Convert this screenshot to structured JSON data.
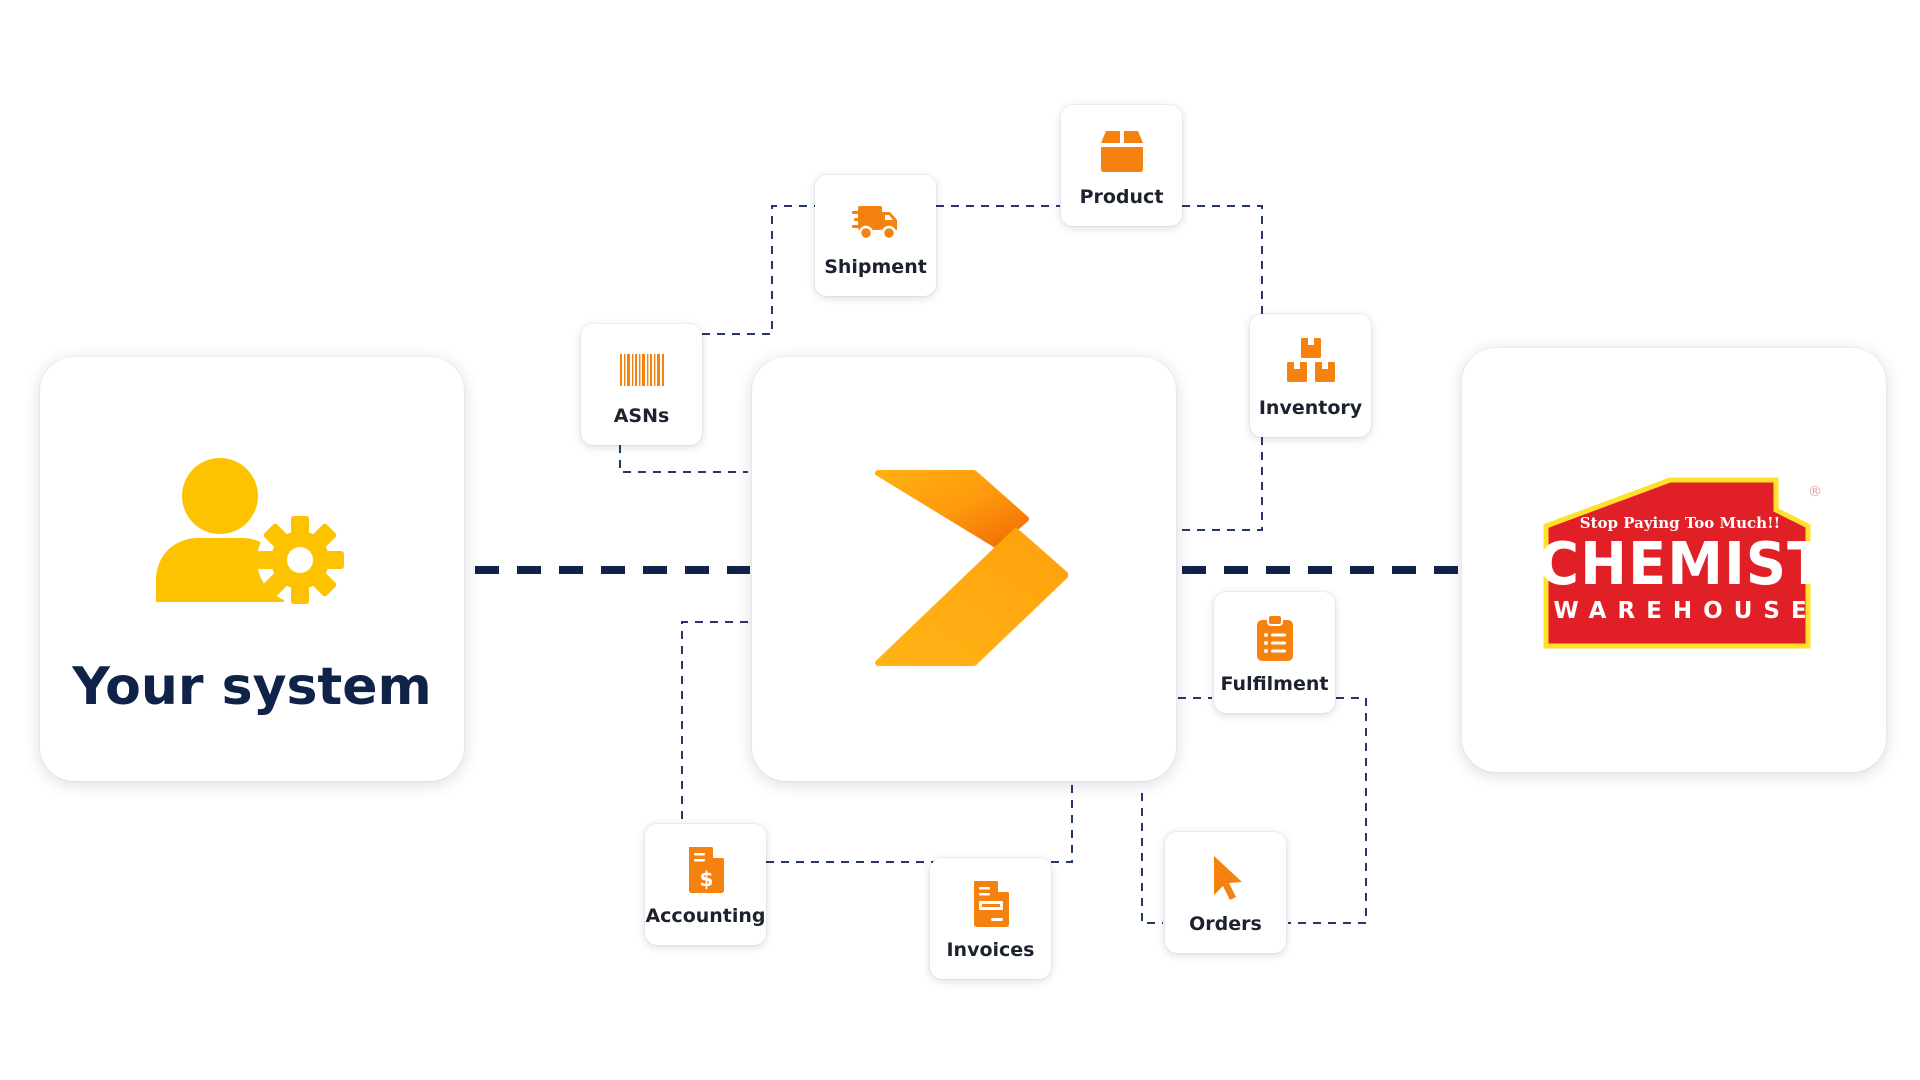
{
  "your_system": {
    "title": "Your system",
    "icon": "user-gear-icon"
  },
  "hub": {
    "icon": "chevron-logo-icon"
  },
  "chemist_warehouse": {
    "tagline": "Stop Paying Too Much!!",
    "name": "CHEMIST",
    "sub": "WAREHOUSE",
    "registered_mark": "®"
  },
  "data_types": [
    {
      "id": "shipment",
      "label": "Shipment",
      "icon": "delivery-truck-icon"
    },
    {
      "id": "product",
      "label": "Product",
      "icon": "box-icon"
    },
    {
      "id": "asns",
      "label": "ASNs",
      "icon": "barcode-icon"
    },
    {
      "id": "inventory",
      "label": "Inventory",
      "icon": "stacked-boxes-icon"
    },
    {
      "id": "fulfilment",
      "label": "Fulfilment",
      "icon": "clipboard-list-icon"
    },
    {
      "id": "accounting",
      "label": "Accounting",
      "icon": "dollar-document-icon"
    },
    {
      "id": "invoices",
      "label": "Invoices",
      "icon": "invoice-document-icon"
    },
    {
      "id": "orders",
      "label": "Orders",
      "icon": "cursor-pointer-icon"
    }
  ],
  "colors": {
    "accent_orange": "#f5820f",
    "accent_yellow": "#fdc300",
    "navy": "#0f2248",
    "brand_red": "#e01f26",
    "brand_red_border": "#ffe12c"
  }
}
